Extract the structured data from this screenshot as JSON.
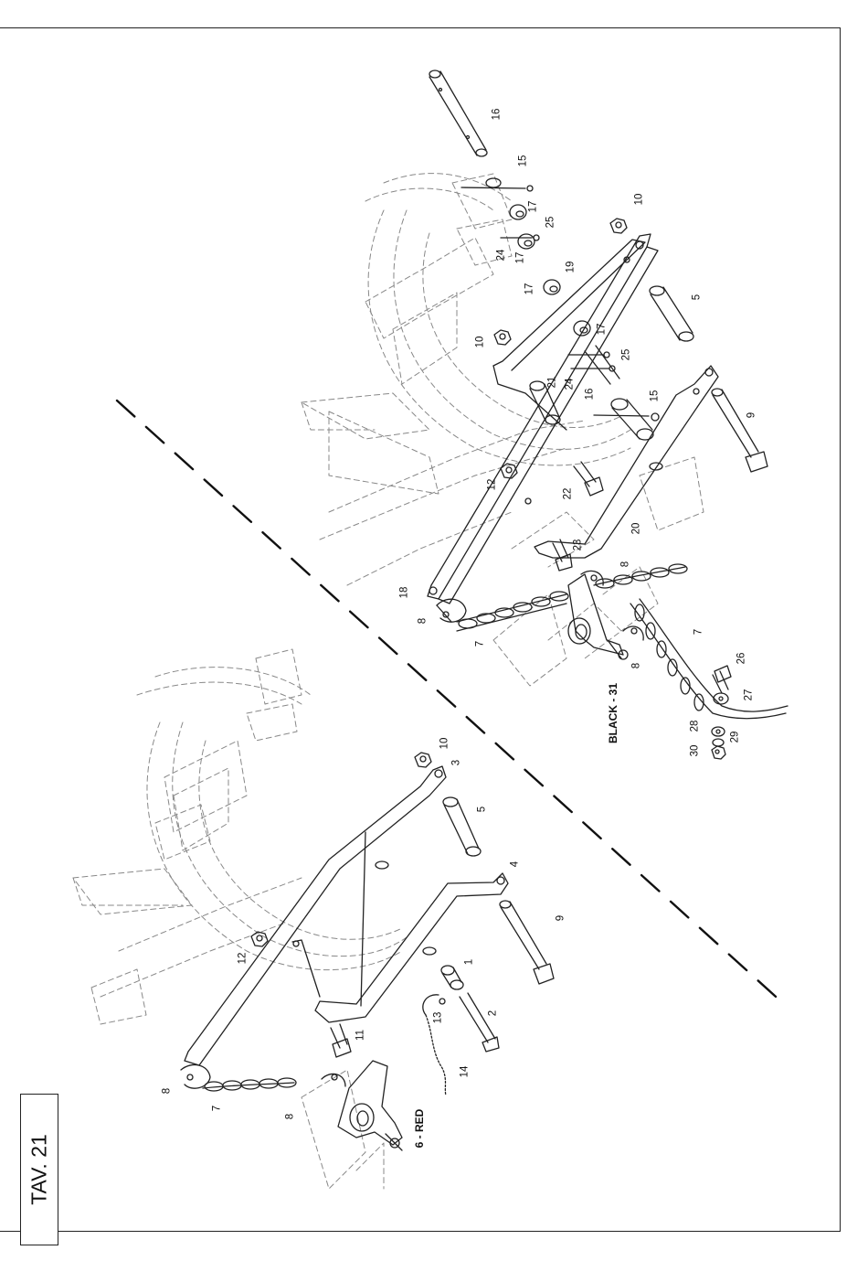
{
  "sheet": {
    "title": "TAV. 21"
  },
  "callouts": [
    {
      "id": "c16",
      "text": "16"
    },
    {
      "id": "c15a",
      "text": "15"
    },
    {
      "id": "c17a",
      "text": "17"
    },
    {
      "id": "c25a",
      "text": "25"
    },
    {
      "id": "c24a",
      "text": "24"
    },
    {
      "id": "c17b",
      "text": "17"
    },
    {
      "id": "c10a",
      "text": "10"
    },
    {
      "id": "c19",
      "text": "19"
    },
    {
      "id": "c17c",
      "text": "17"
    },
    {
      "id": "c5a",
      "text": "5"
    },
    {
      "id": "c10b",
      "text": "10"
    },
    {
      "id": "c17d",
      "text": "17"
    },
    {
      "id": "c25b",
      "text": "25"
    },
    {
      "id": "c21",
      "text": "21"
    },
    {
      "id": "c24b",
      "text": "24"
    },
    {
      "id": "c16b",
      "text": "16"
    },
    {
      "id": "c15b",
      "text": "15"
    },
    {
      "id": "c9a",
      "text": "9"
    },
    {
      "id": "c12a",
      "text": "12"
    },
    {
      "id": "c22",
      "text": "22"
    },
    {
      "id": "c20",
      "text": "20"
    },
    {
      "id": "c23",
      "text": "23"
    },
    {
      "id": "c8a",
      "text": "8"
    },
    {
      "id": "c18",
      "text": "18"
    },
    {
      "id": "c8b",
      "text": "8"
    },
    {
      "id": "c7a",
      "text": "7"
    },
    {
      "id": "c8c",
      "text": "8"
    },
    {
      "id": "c7b",
      "text": "7"
    },
    {
      "id": "c31",
      "text": "BLACK - 31"
    },
    {
      "id": "c26",
      "text": "26"
    },
    {
      "id": "c27",
      "text": "27"
    },
    {
      "id": "c28",
      "text": "28"
    },
    {
      "id": "c29",
      "text": "29"
    },
    {
      "id": "c30",
      "text": "30"
    },
    {
      "id": "c10c",
      "text": "10"
    },
    {
      "id": "c3",
      "text": "3"
    },
    {
      "id": "c5b",
      "text": "5"
    },
    {
      "id": "c4",
      "text": "4"
    },
    {
      "id": "c9b",
      "text": "9"
    },
    {
      "id": "c12b",
      "text": "12"
    },
    {
      "id": "c1",
      "text": "1"
    },
    {
      "id": "c2",
      "text": "2"
    },
    {
      "id": "c13",
      "text": "13"
    },
    {
      "id": "c14",
      "text": "14"
    },
    {
      "id": "c11",
      "text": "11"
    },
    {
      "id": "c8d",
      "text": "8"
    },
    {
      "id": "c7c",
      "text": "7"
    },
    {
      "id": "c8e",
      "text": "8"
    },
    {
      "id": "c6",
      "text": "6 - RED"
    }
  ]
}
